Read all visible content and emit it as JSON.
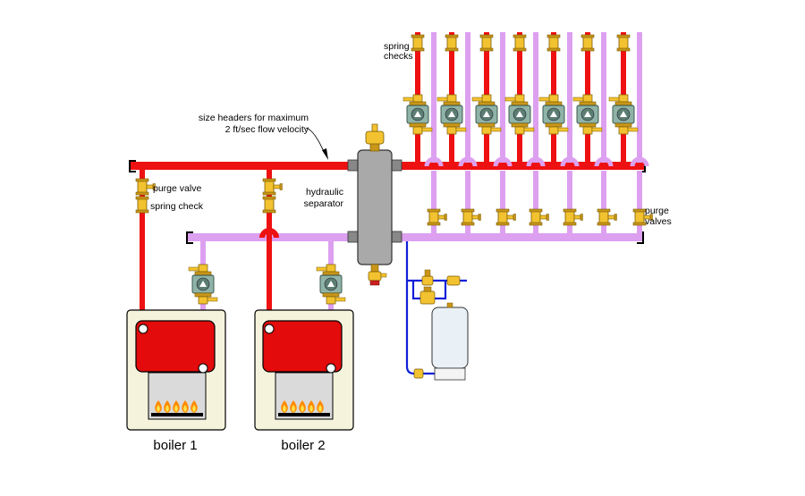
{
  "labels": {
    "spring_checks": [
      "spring",
      "checks"
    ],
    "headers_note": [
      "size headers for maximum",
      "2 ft/sec flow velocity"
    ],
    "purge_valve": "purge valve",
    "spring_check": "spring check",
    "hydraulic_separator": [
      "hydraulic",
      "separator"
    ],
    "purge_valves": [
      "purge",
      "valves"
    ],
    "boiler_1": "boiler 1",
    "boiler_2": "boiler 2"
  },
  "colors": {
    "supply": "#ee1111",
    "return": "#dda0f0",
    "make_up": "#1020d8",
    "valve_body": "#f2c230",
    "circulator": "#8fb3a6",
    "separator": "#a9a9a9",
    "boiler_cabinet": "#f6f3dd",
    "heat_exchanger": "#e30b0b",
    "burner_box": "#dadada",
    "expansion_tank": "#e9f1f7"
  },
  "icons": [
    "circulator-icon",
    "spring-check-icon",
    "purge-valve-icon",
    "flame-icon",
    "air-vent-icon",
    "drain-valve-icon",
    "expansion-tank-icon"
  ]
}
